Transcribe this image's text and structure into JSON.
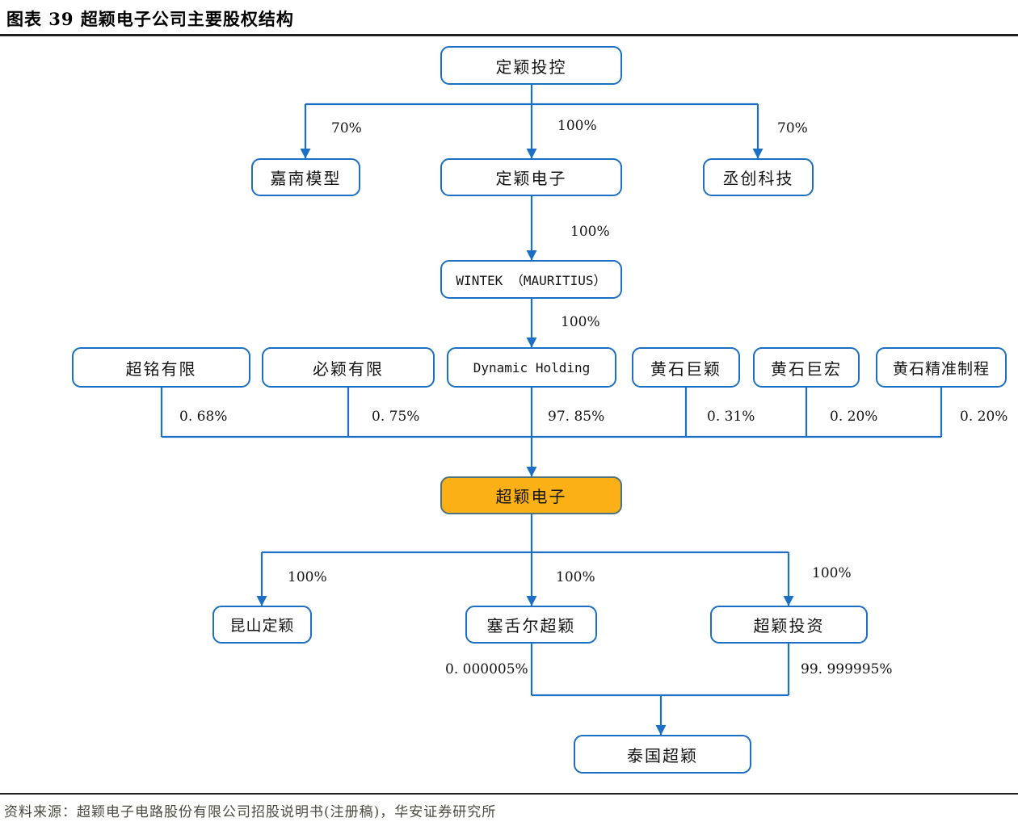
{
  "title": "图表 39 超颖电子公司主要股权结构",
  "footer": {
    "source": "资料来源：超颖电子电路股份有限公司招股说明书(注册稿)，华安证券研究所"
  },
  "colors": {
    "line_blue": "#1c6fc2",
    "highlight_fill": "#fbb115",
    "highlight_border": "#4e737c",
    "text_dark": "#141414",
    "footer_gray": "#4b4a42"
  },
  "nodes": {
    "dingying-holding": {
      "label": "定颖投控"
    },
    "jianan-moxing": {
      "label": "嘉南模型"
    },
    "dingying-dianzi": {
      "label": "定颖电子"
    },
    "chengchuang-keji": {
      "label": "丞创科技"
    },
    "wintek-mauritius": {
      "label": "WINTEK （MAURITIUS）"
    },
    "chaoming-youxian": {
      "label": "超铭有限"
    },
    "biying-youxian": {
      "label": "必颖有限"
    },
    "dynamic-holding": {
      "label": "Dynamic Holding"
    },
    "huangshi-juying": {
      "label": "黄石巨颖"
    },
    "huangshi-juhong": {
      "label": "黄石巨宏"
    },
    "huangshi-jingzhun": {
      "label": "黄石精准制程"
    },
    "chaoying-dianzi": {
      "label": "超颖电子"
    },
    "kunshan-dingying": {
      "label": "昆山定颖"
    },
    "seychelles-chaoying": {
      "label": "塞舌尔超颖"
    },
    "chaoying-touzi": {
      "label": "超颖投资"
    },
    "thailand-chaoying": {
      "label": "泰国超颖"
    }
  },
  "edges": [
    {
      "from": "定颖投控",
      "to": "嘉南模型",
      "label": "70%"
    },
    {
      "from": "定颖投控",
      "to": "定颖电子",
      "label": "100%"
    },
    {
      "from": "定颖投控",
      "to": "丞创科技",
      "label": "70%"
    },
    {
      "from": "定颖电子",
      "to": "WINTEK （MAURITIUS）",
      "label": "100%"
    },
    {
      "from": "WINTEK （MAURITIUS）",
      "to": "Dynamic Holding",
      "label": "100%"
    },
    {
      "from": "超铭有限",
      "to": "超颖电子",
      "label": "0. 68%"
    },
    {
      "from": "必颖有限",
      "to": "超颖电子",
      "label": "0. 75%"
    },
    {
      "from": "Dynamic Holding",
      "to": "超颖电子",
      "label": "97. 85%"
    },
    {
      "from": "黄石巨颖",
      "to": "超颖电子",
      "label": "0. 31%"
    },
    {
      "from": "黄石巨宏",
      "to": "超颖电子",
      "label": "0. 20%"
    },
    {
      "from": "黄石精准制程",
      "to": "超颖电子",
      "label": "0. 20%"
    },
    {
      "from": "超颖电子",
      "to": "昆山定颖",
      "label": "100%"
    },
    {
      "from": "超颖电子",
      "to": "塞舌尔超颖",
      "label": "100%"
    },
    {
      "from": "超颖电子",
      "to": "超颖投资",
      "label": "100%"
    },
    {
      "from": "塞舌尔超颖",
      "to": "泰国超颖",
      "label": "0. 000005%"
    },
    {
      "from": "超颖投资",
      "to": "泰国超颖",
      "label": "99. 999995%"
    }
  ]
}
